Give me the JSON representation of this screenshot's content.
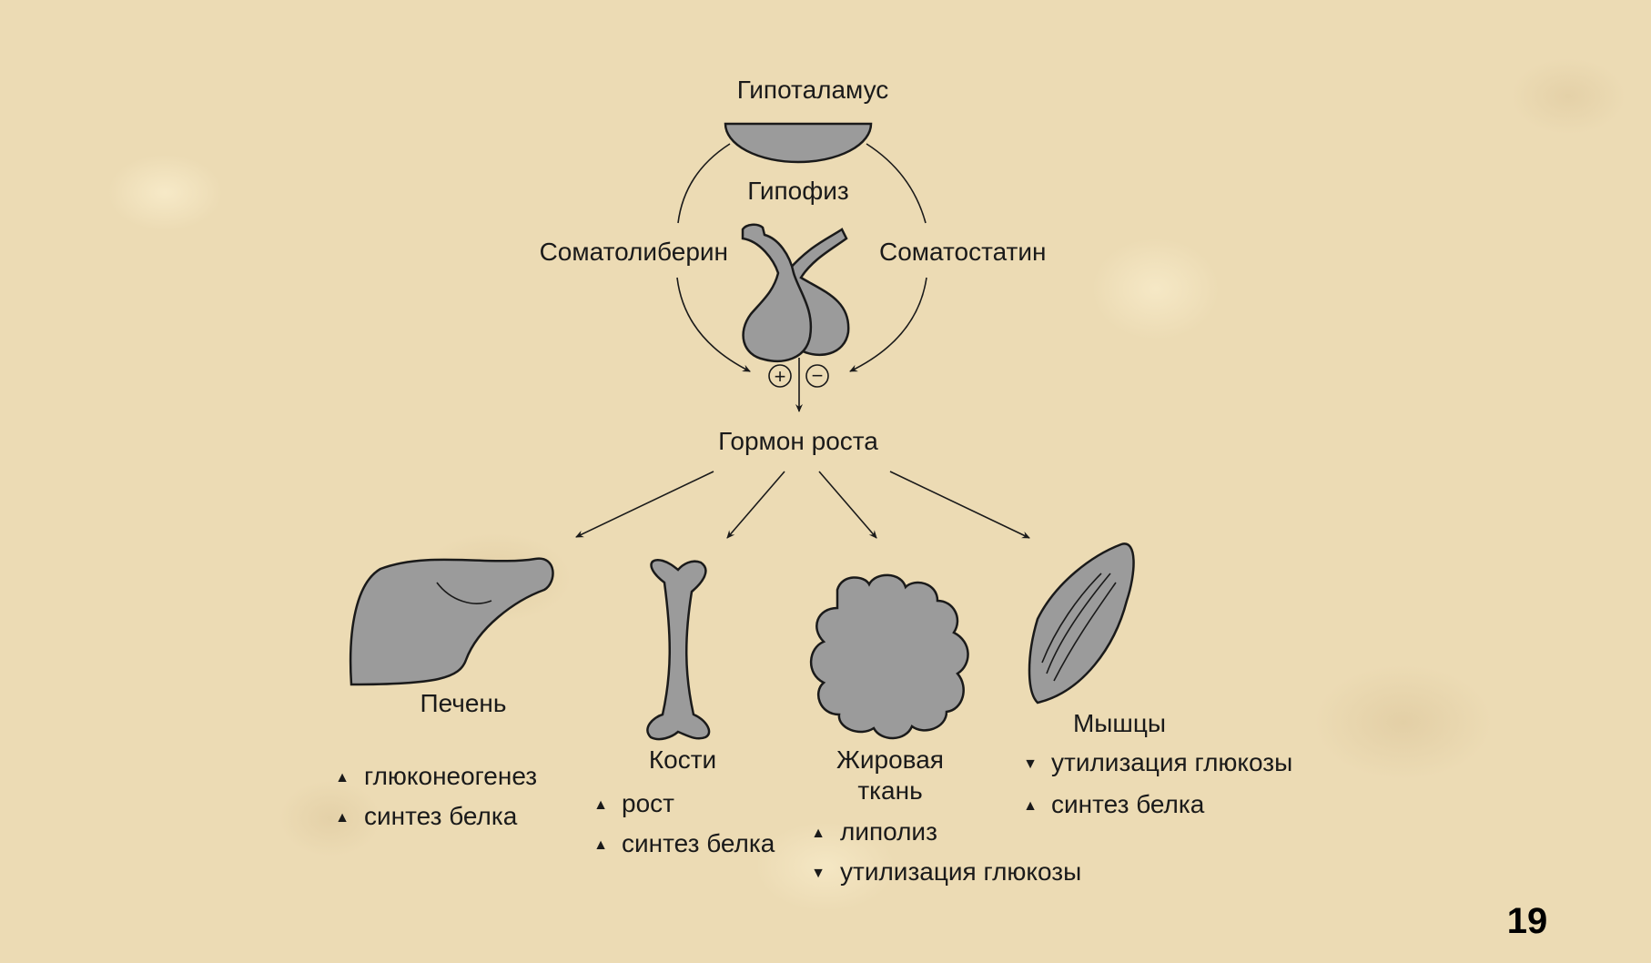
{
  "top": {
    "hypothalamus": "Гипоталамус",
    "pituitary": "Гипофиз",
    "somatoliberin": "Соматолиберин",
    "somatostatin": "Соматостатин",
    "plus": "+",
    "minus": "−",
    "growth_hormone": "Гормон роста"
  },
  "targets": {
    "liver": {
      "label": "Печень",
      "effects": [
        {
          "dir": "up",
          "text": "глюконеогенез"
        },
        {
          "dir": "up",
          "text": "синтез белка"
        }
      ]
    },
    "bones": {
      "label": "Кости",
      "effects": [
        {
          "dir": "up",
          "text": "рост"
        },
        {
          "dir": "up",
          "text": "синтез белка"
        }
      ]
    },
    "fat": {
      "label1": "Жировая",
      "label2": "ткань",
      "effects": [
        {
          "dir": "up",
          "text": "липолиз"
        },
        {
          "dir": "down",
          "text": "утилизация глюкозы"
        }
      ]
    },
    "muscle": {
      "label": "Мышцы",
      "effects": [
        {
          "dir": "down",
          "text": "утилизация глюкозы"
        },
        {
          "dir": "up",
          "text": "синтез белка"
        }
      ]
    }
  },
  "arrow_glyphs": {
    "up": "▲",
    "down": "▼"
  },
  "page_number": "19"
}
